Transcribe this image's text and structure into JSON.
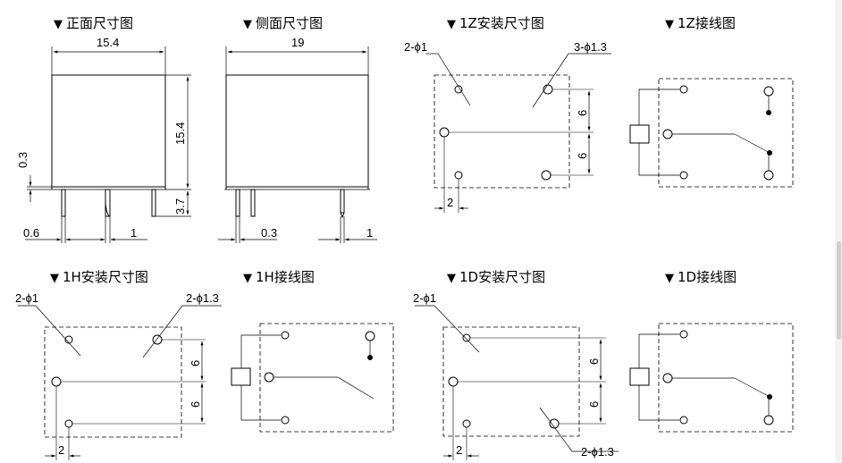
{
  "titles": {
    "front": "正面尺寸图",
    "side": "侧面尺寸图",
    "z_mount": "1Z安装尺寸图",
    "z_wiring": "1Z接线图",
    "h_mount": "1H安装尺寸图",
    "h_wiring": "1H接线图",
    "d_mount": "1D安装尺寸图",
    "d_wiring": "1D接线图"
  },
  "marker": "▼",
  "front": {
    "width": "15.4",
    "height": "15.4",
    "pin_len": "3.7",
    "gap": "0.3",
    "pin_w": "0.6",
    "pitch": "1"
  },
  "side": {
    "width": "19",
    "gap": "0.3",
    "pitch": "1"
  },
  "z": {
    "small_holes": "2-ϕ1",
    "large_holes": "3-ϕ1.3",
    "dy1": "6",
    "dy2": "6",
    "dx": "2"
  },
  "h": {
    "small_holes": "2-ϕ1",
    "large_holes": "2-ϕ1.3",
    "dy1": "6",
    "dy2": "6",
    "dx": "2"
  },
  "d": {
    "small_holes": "2-ϕ1",
    "large_holes": "2-ϕ1.3",
    "dy1": "6",
    "dy2": "6",
    "dx": "2"
  }
}
